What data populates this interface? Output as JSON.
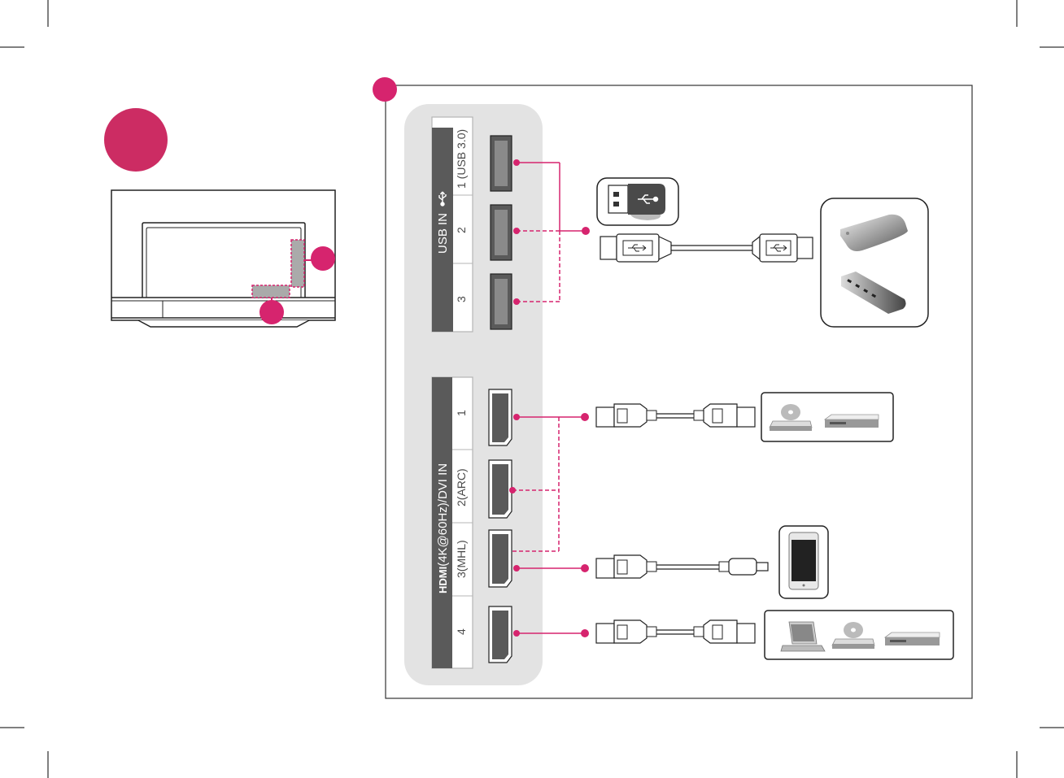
{
  "panel": {
    "usb_header": "USB IN",
    "usb_ports": [
      "1 (USB 3.0)",
      "2",
      "3"
    ],
    "hdmi_header_logo": "HDMI",
    "hdmi_header_rest": "(4K@60Hz)/DVI IN",
    "hdmi_ports": [
      "1",
      "2(ARC)",
      "3(MHL)",
      "4"
    ]
  },
  "colors": {
    "accent": "#d6246e",
    "badge": "#cc2c63",
    "panel_bg": "#e3e3e3",
    "port_dark": "#5a5a5a",
    "line": "#333333"
  },
  "icons": [
    "usb-stick-icon",
    "usb-cable-icon",
    "hard-drive-icon",
    "usb-hub-icon",
    "hdmi-cable-icon",
    "disc-player-icon",
    "set-top-box-icon",
    "smartphone-icon",
    "mhl-cable-icon",
    "laptop-icon"
  ]
}
